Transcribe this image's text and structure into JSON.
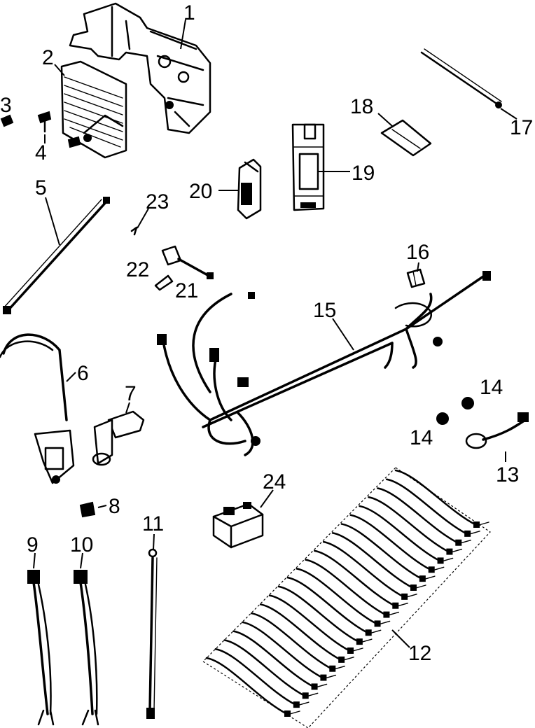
{
  "labels": {
    "p1": "1",
    "p2": "2",
    "p3": "3",
    "p4": "4",
    "p5": "5",
    "p6": "6",
    "p7": "7",
    "p8": "8",
    "p9": "9",
    "p10": "10",
    "p11": "11",
    "p12": "12",
    "p13": "13",
    "p14a": "14",
    "p14b": "14",
    "p15": "15",
    "p16": "16",
    "p17": "17",
    "p18": "18",
    "p19": "19",
    "p20": "20",
    "p21": "21",
    "p22": "22",
    "p23": "23",
    "p24": "24"
  }
}
